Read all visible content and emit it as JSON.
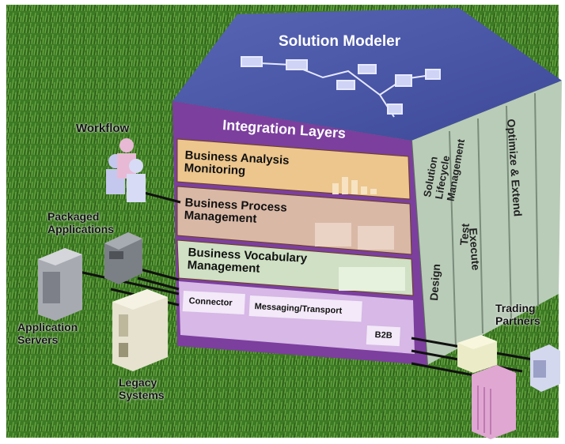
{
  "diagram": {
    "top_title": "Solution Modeler",
    "front_title": "Integration Layers",
    "layers": {
      "bam": "Business Analysis\nMonitoring",
      "bpm": "Business Process\nManagement",
      "bvm": "Business Vocabulary\nManagement"
    },
    "connectors": {
      "connector": "Connector",
      "messaging": "Messaging/Transport",
      "b2b": "B2B"
    },
    "side": {
      "lifecycle": "Solution Lifecycle Management",
      "design": "Design",
      "test": "Test",
      "execute": "Execute",
      "optimize": "Optimize & Extend"
    },
    "external": {
      "workflow": "Workflow",
      "packaged": "Packaged\nApplications",
      "app_servers": "Application\nServers",
      "legacy": "Legacy\nSystems",
      "trading": "Trading\nPartners"
    },
    "colors": {
      "grass": "#3f7a25",
      "top_face": "#4d5aa8",
      "front_frame": "#7c3f9e",
      "side_face": "#b9ccb8",
      "bam_layer": "#ecc68d",
      "bpm_layer": "#d9b8a6",
      "bvm_layer": "#cfe0c4",
      "connector_band": "#d7b8e6"
    }
  }
}
